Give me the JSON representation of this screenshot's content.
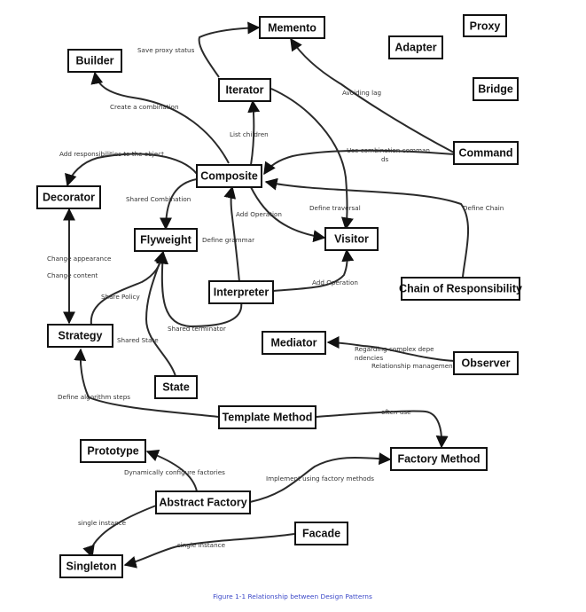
{
  "nodes": {
    "memento": "Memento",
    "proxy": "Proxy",
    "builder": "Builder",
    "adapter": "Adapter",
    "iterator": "Iterator",
    "bridge": "Bridge",
    "command": "Command",
    "composite": "Composite",
    "decorator": "Decorator",
    "flyweight": "Flyweight",
    "visitor": "Visitor",
    "interpreter": "Interpreter",
    "chain": "Chain of Responsibility",
    "strategy": "Strategy",
    "mediator": "Mediator",
    "observer": "Observer",
    "state": "State",
    "template": "Template Method",
    "prototype": "Prototype",
    "factory_method": "Factory Method",
    "abstract_factory": "Abstract Factory",
    "facade": "Facade",
    "singleton": "Singleton"
  },
  "labels": {
    "save_proxy_status": "Save proxy status",
    "create_combination": "Create a combination",
    "avoiding_lag": "Avoiding lag",
    "list_children": "List children",
    "add_responsibilities": "Add responsibilities to the object",
    "use_combination_1": "Use combination comman",
    "use_combination_2": "ds",
    "shared_combination": "Shared Combination",
    "add_operation_1": "Add Operation",
    "define_traversal": "Define traversal",
    "define_chain": "Define Chain",
    "define_grammar": "Define grammar",
    "change_appearance": "Change appearance",
    "change_content": "Change content",
    "add_operation_2": "Add Operation",
    "share_policy": "Share Policy",
    "shared_terminator": "Shared terminator",
    "shared_state": "Shared State",
    "regarding_1": "Regarding complex depe",
    "regarding_2": "ndencies",
    "relationship_management": "Relationship management",
    "define_algorithm_steps": "Define algorithm steps",
    "often_use": "often use",
    "dynamically_configure": "Dynamically configure factories",
    "implement_factory": "Implement using factory methods",
    "single_instance_1": "single instance",
    "single_instance_2": "single instance"
  },
  "caption": "Figure 1-1 Relationship between Design Patterns"
}
